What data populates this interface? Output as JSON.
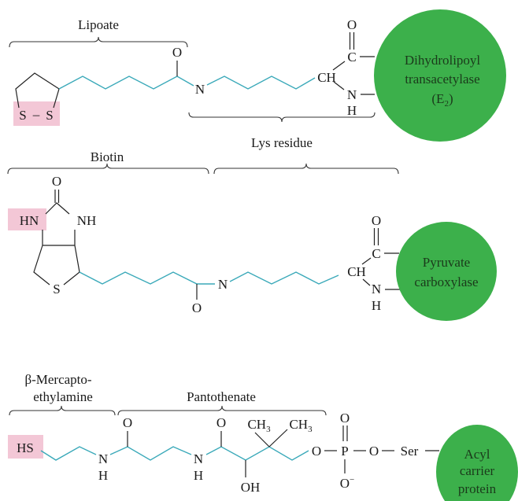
{
  "colors": {
    "protein": "#3cb04b",
    "highlight": "#f3c7d6",
    "chain": "#3aa9b9"
  },
  "panel_lipoate": {
    "label_lipoate": "Lipoate",
    "label_lys": "Lys residue",
    "s1": "S",
    "s_bond": "–",
    "s2": "S",
    "o_carbonyl": "O",
    "n_amide": "N",
    "ch": "CH",
    "c": "C",
    "o": "O",
    "n": "N",
    "h": "H",
    "protein_line1": "Dihydrolipoyl",
    "protein_line2": "transacetylase",
    "protein_line3_pre": "(E",
    "protein_line3_sub": "2",
    "protein_line3_post": ")"
  },
  "panel_biotin": {
    "label_biotin": "Biotin",
    "o_ring": "O",
    "hn": "HN",
    "nh": "NH",
    "s": "S",
    "o_carbonyl": "O",
    "n_amide": "N",
    "ch": "CH",
    "c": "C",
    "o": "O",
    "n": "N",
    "h": "H",
    "protein_line1": "Pyruvate",
    "protein_line2": "carboxylase"
  },
  "panel_acp": {
    "label_mercapto_line1": "β-Mercapto-",
    "label_mercapto_line2": "ethylamine",
    "label_pantothenate": "Pantothenate",
    "hs": "HS",
    "n1": "N",
    "h1": "H",
    "o1": "O",
    "n2": "N",
    "h2": "H",
    "o2": "O",
    "oh": "OH",
    "ch3_main": "CH",
    "ch3_sub": "3",
    "o_ester": "O",
    "p": "P",
    "o_double": "O",
    "o_minus": "O",
    "minus": "−",
    "o_ser": "O",
    "ser": "Ser",
    "protein_line1": "Acyl",
    "protein_line2": "carrier",
    "protein_line3": "protein"
  }
}
